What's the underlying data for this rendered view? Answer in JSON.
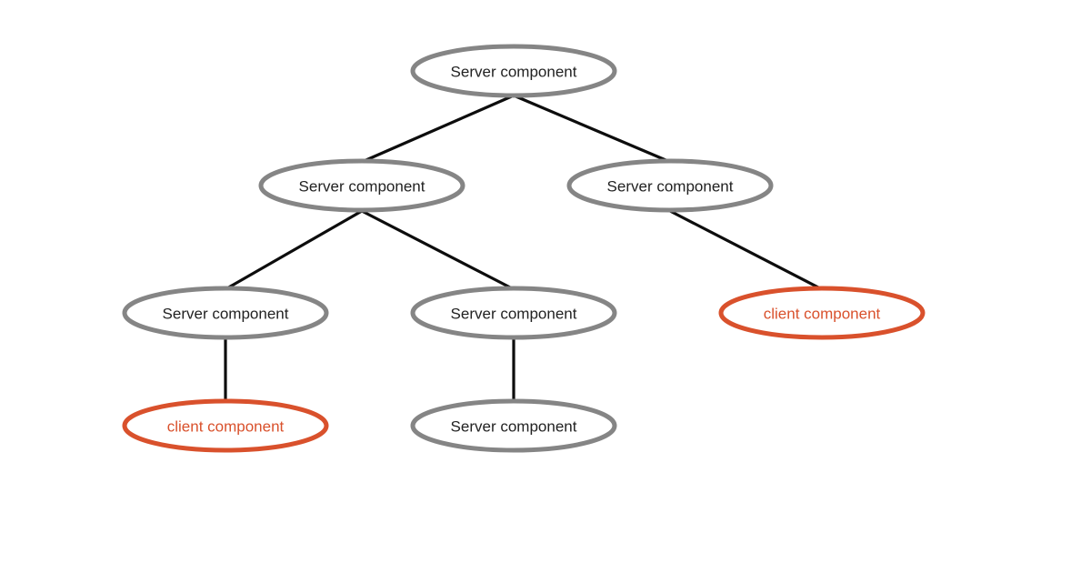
{
  "diagram": {
    "type": "tree",
    "description": "Component tree showing server components and client components",
    "nodes": [
      {
        "id": "root",
        "label": "Server component",
        "type": "server",
        "level": 1
      },
      {
        "id": "s-left",
        "label": "Server component",
        "type": "server",
        "level": 2
      },
      {
        "id": "s-right",
        "label": "Server component",
        "type": "server",
        "level": 2
      },
      {
        "id": "s-ll",
        "label": "Server component",
        "type": "server",
        "level": 3
      },
      {
        "id": "s-lm",
        "label": "Server component",
        "type": "server",
        "level": 3
      },
      {
        "id": "c-right",
        "label": "client component",
        "type": "client",
        "level": 3
      },
      {
        "id": "c-left",
        "label": "client component",
        "type": "client",
        "level": 4
      },
      {
        "id": "s-bottom",
        "label": "Server component",
        "type": "server",
        "level": 4
      }
    ],
    "edges": [
      {
        "from": "root",
        "to": "s-left"
      },
      {
        "from": "root",
        "to": "s-right"
      },
      {
        "from": "s-left",
        "to": "s-ll"
      },
      {
        "from": "s-left",
        "to": "s-lm"
      },
      {
        "from": "s-right",
        "to": "c-right"
      },
      {
        "from": "s-ll",
        "to": "c-left"
      },
      {
        "from": "s-lm",
        "to": "s-bottom"
      }
    ],
    "palette": {
      "background": "#ffffff",
      "node_fill": "#ffffff",
      "server_border": "#858585",
      "server_text": "#222222",
      "client_border": "#d9512c",
      "client_text": "#d9512c",
      "edge": "#0d0d0d"
    }
  }
}
